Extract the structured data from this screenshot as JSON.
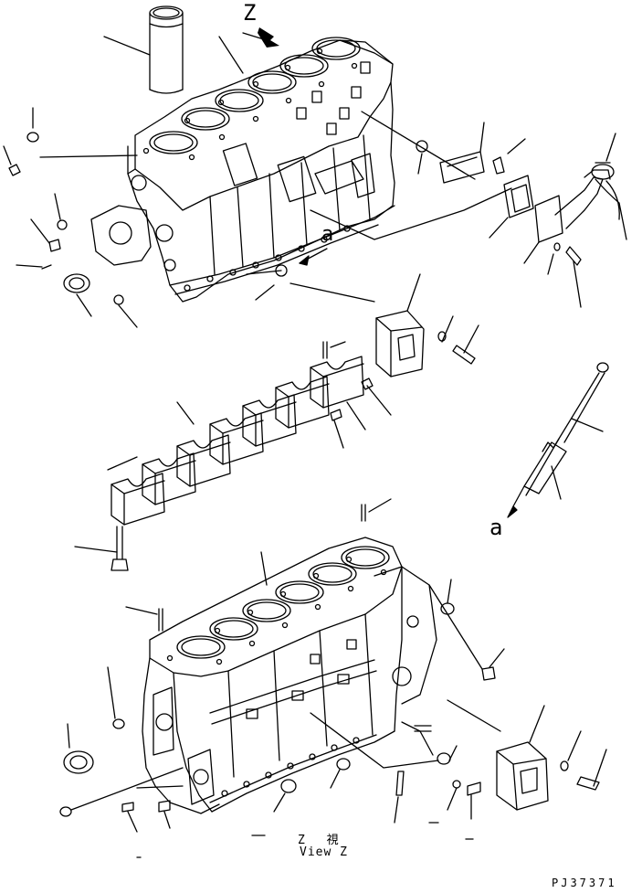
{
  "labels": {
    "view_marker": "Z",
    "ref_mark_block": "a",
    "ref_mark_dipstick": "a",
    "view_caption_jp": "Z 視",
    "view_caption_en": "View Z",
    "drawing_code": "PJ37371"
  },
  "colors": {
    "line": "#000000",
    "background": "#ffffff"
  },
  "views": [
    "exploded-assembly",
    "view-z"
  ]
}
